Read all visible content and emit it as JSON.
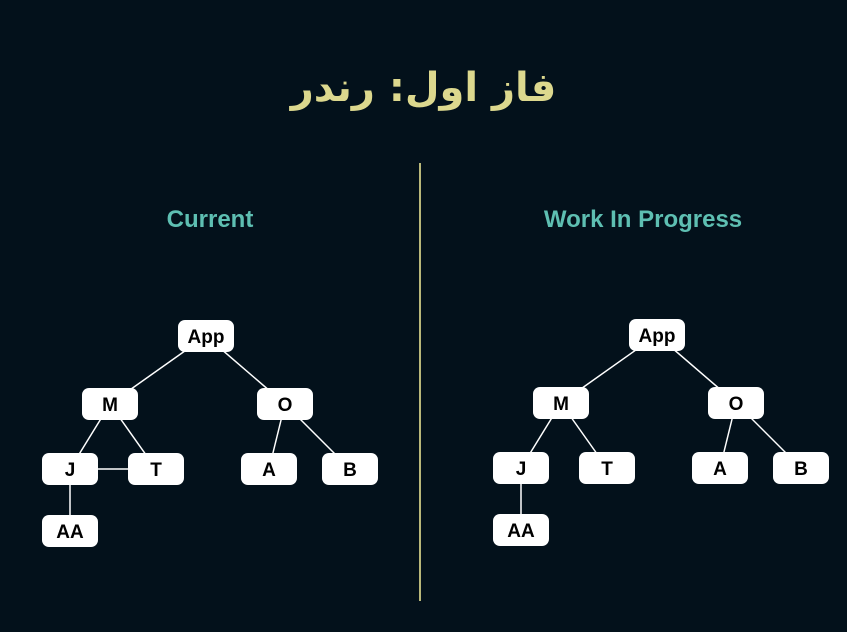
{
  "title": "فاز اول: رندر",
  "panels": {
    "current": {
      "heading": "Current",
      "nodes": [
        {
          "id": "App",
          "label": "App"
        },
        {
          "id": "M",
          "label": "M"
        },
        {
          "id": "O",
          "label": "O"
        },
        {
          "id": "J",
          "label": "J"
        },
        {
          "id": "T",
          "label": "T"
        },
        {
          "id": "A",
          "label": "A"
        },
        {
          "id": "B",
          "label": "B"
        },
        {
          "id": "AA",
          "label": "AA"
        }
      ],
      "edges": [
        [
          "App",
          "M"
        ],
        [
          "App",
          "O"
        ],
        [
          "M",
          "J"
        ],
        [
          "M",
          "T"
        ],
        [
          "J",
          "T"
        ],
        [
          "O",
          "A"
        ],
        [
          "O",
          "B"
        ],
        [
          "J",
          "AA"
        ]
      ]
    },
    "wip": {
      "heading": "Work In Progress",
      "nodes": [
        {
          "id": "App",
          "label": "App"
        },
        {
          "id": "M",
          "label": "M"
        },
        {
          "id": "O",
          "label": "O"
        },
        {
          "id": "J",
          "label": "J"
        },
        {
          "id": "T",
          "label": "T"
        },
        {
          "id": "A",
          "label": "A"
        },
        {
          "id": "B",
          "label": "B"
        },
        {
          "id": "AA",
          "label": "AA"
        }
      ],
      "edges": [
        [
          "App",
          "M"
        ],
        [
          "App",
          "O"
        ],
        [
          "M",
          "J"
        ],
        [
          "M",
          "T"
        ],
        [
          "O",
          "A"
        ],
        [
          "O",
          "B"
        ],
        [
          "J",
          "AA"
        ]
      ]
    }
  }
}
